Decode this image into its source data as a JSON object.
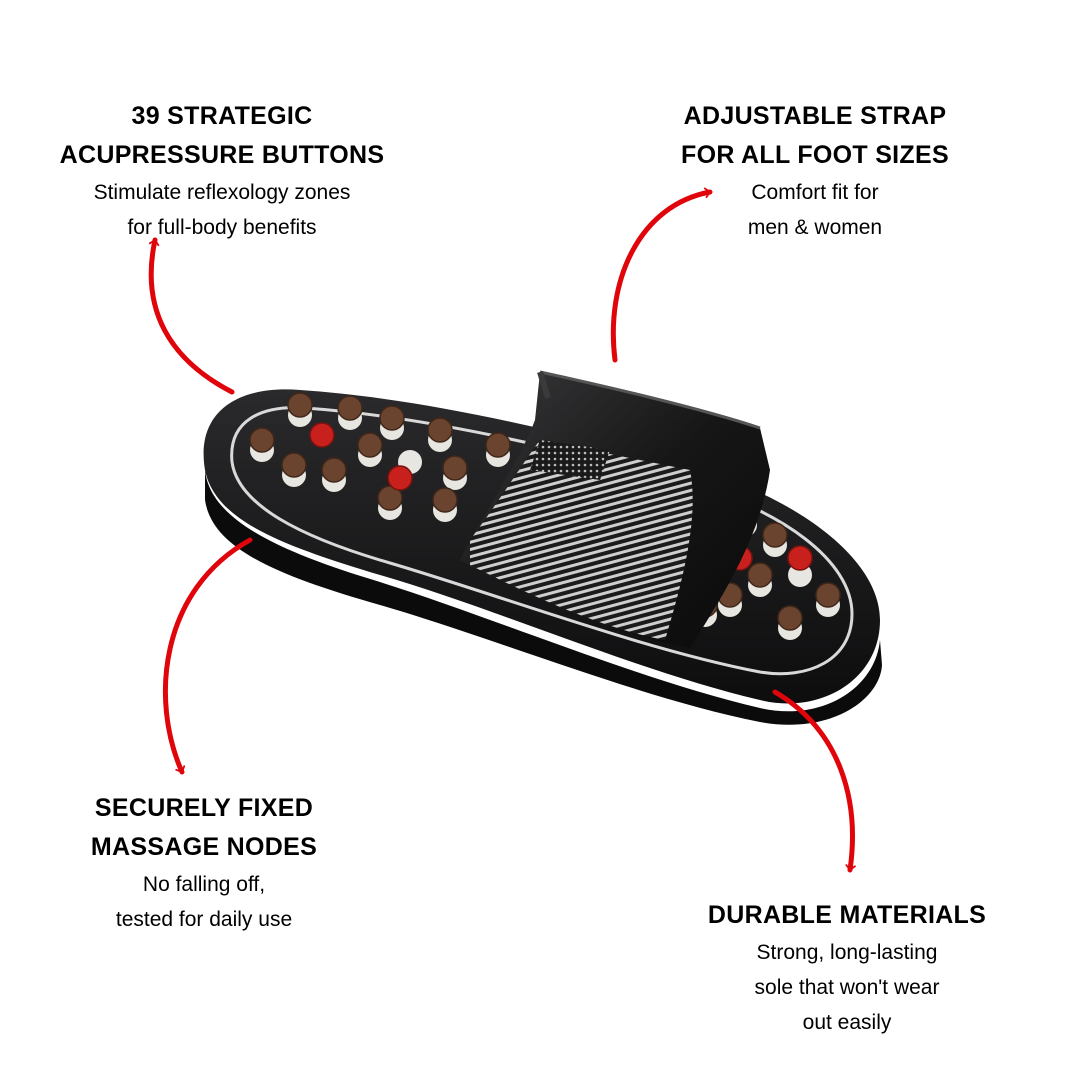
{
  "callouts": {
    "top_left": {
      "title_line1": "39 STRATEGIC",
      "title_line2": "ACUPRESSURE BUTTONS",
      "desc_line1": "Stimulate reflexology zones",
      "desc_line2": "for full-body benefits"
    },
    "top_right": {
      "title_line1": "ADJUSTABLE STRAP",
      "title_line2": "FOR ALL FOOT SIZES",
      "desc_line1": "Comfort fit for",
      "desc_line2": "men & women"
    },
    "bottom_left": {
      "title_line1": "SECURELY FIXED",
      "title_line2": "MASSAGE NODES",
      "desc_line1": "No falling off,",
      "desc_line2": "tested for daily use"
    },
    "bottom_right": {
      "title_line1": "DURABLE MATERIALS",
      "desc_line1": "Strong, long-lasting",
      "desc_line2": "sole that won't wear",
      "desc_line3": "out easily"
    }
  },
  "colors": {
    "arrow": "#e0040b",
    "sole": "#1c1c1e",
    "node_brown": "#6b4430",
    "node_red": "#c8201c",
    "node_base": "#e8e6e0"
  },
  "icons": {
    "arrow": "curved-arrow-icon",
    "product": "acupressure-slipper-image"
  }
}
